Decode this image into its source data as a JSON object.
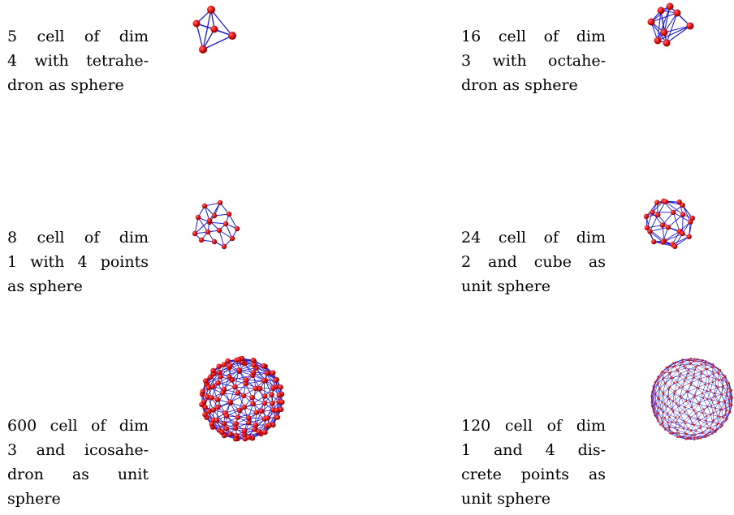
{
  "figures": [
    {
      "id": "5-cell",
      "caption_lines": [
        "5 cell of dim",
        "4 with tetrahe-",
        "dron as sphere"
      ]
    },
    {
      "id": "16-cell",
      "caption_lines": [
        "16 cell of dim",
        "3 with octahe-",
        "dron as sphere"
      ]
    },
    {
      "id": "8-cell",
      "caption_lines": [
        "8 cell of dim",
        "1 with 4 points",
        "as sphere"
      ]
    },
    {
      "id": "24-cell",
      "caption_lines": [
        "24 cell of dim",
        "2 and cube as",
        "unit sphere"
      ]
    },
    {
      "id": "600-cell",
      "caption_lines": [
        "600 cell of dim",
        "3 and icosahe-",
        "dron as unit",
        "sphere"
      ]
    },
    {
      "id": "120-cell",
      "caption_lines": [
        "120 cell of dim",
        "1 and 4 dis-",
        "crete points as",
        "unit sphere"
      ]
    }
  ],
  "colors": {
    "edge": "#1a1ad6",
    "vertex": "#e01010",
    "vertex_dark": "#8a0000"
  }
}
